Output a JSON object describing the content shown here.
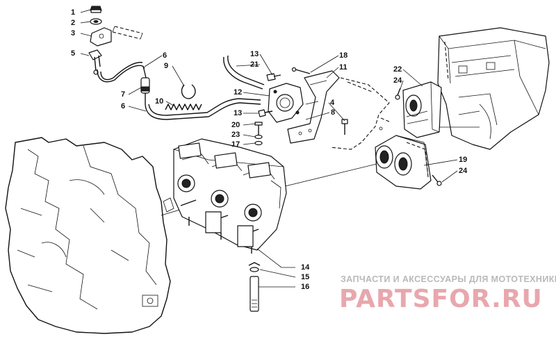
{
  "callouts": [
    {
      "id": "c1",
      "text": "1"
    },
    {
      "id": "c2",
      "text": "2"
    },
    {
      "id": "c3",
      "text": "3"
    },
    {
      "id": "c5",
      "text": "5"
    },
    {
      "id": "c6a",
      "text": "6"
    },
    {
      "id": "c9",
      "text": "9"
    },
    {
      "id": "c7",
      "text": "7"
    },
    {
      "id": "c10",
      "text": "10"
    },
    {
      "id": "c6b",
      "text": "6"
    },
    {
      "id": "c13a",
      "text": "13"
    },
    {
      "id": "c21",
      "text": "21"
    },
    {
      "id": "c18",
      "text": "18"
    },
    {
      "id": "c11",
      "text": "11"
    },
    {
      "id": "c12",
      "text": "12"
    },
    {
      "id": "c4",
      "text": "4"
    },
    {
      "id": "c13b",
      "text": "13"
    },
    {
      "id": "c8",
      "text": "8"
    },
    {
      "id": "c20",
      "text": "20"
    },
    {
      "id": "c23",
      "text": "23"
    },
    {
      "id": "c17",
      "text": "17"
    },
    {
      "id": "c22",
      "text": "22"
    },
    {
      "id": "c24a",
      "text": "24"
    },
    {
      "id": "c19",
      "text": "19"
    },
    {
      "id": "c24b",
      "text": "24"
    },
    {
      "id": "c14",
      "text": "14"
    },
    {
      "id": "c15",
      "text": "15"
    },
    {
      "id": "c16",
      "text": "16"
    }
  ],
  "watermark": {
    "subtitle": "ЗАПЧАСТИ И АКСЕССУАРЫ ДЛЯ МОТОТЕХНИКИ",
    "logo": "PARTSFOR.RU"
  }
}
